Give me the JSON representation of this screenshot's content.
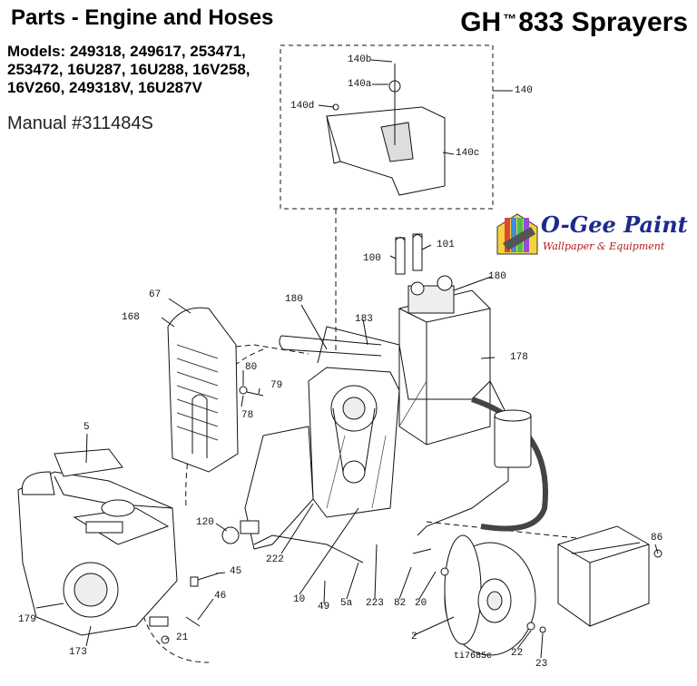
{
  "header": {
    "title": "Parts - Engine and Hoses",
    "product_prefix": "GH",
    "product_tm": "™",
    "product_suffix": "833 Sprayers",
    "models_line1": "Models: 249318, 249617, 253471,",
    "models_line2": "253472, 16U287, 16U288, 16V258,",
    "models_line3": "16V260, 249318V, 16U287V",
    "manual": "Manual #311484S"
  },
  "logo": {
    "name": "O-Gee Paint",
    "tagline": "Wallpaper & Equipment",
    "icon": "paint-roller-house-icon",
    "colors": {
      "name": "#1c2a8c",
      "tagline": "#b01818"
    }
  },
  "figure_code": "ti7685c",
  "callouts": {
    "c140b": "140b",
    "c140a": "140a",
    "c140": "140",
    "c140d": "140d",
    "c140c": "140c",
    "c100": "100",
    "c101": "101",
    "c180a": "180",
    "c180b": "180",
    "c67": "67",
    "c168": "168",
    "c183": "183",
    "c178": "178",
    "c80": "80",
    "c79": "79",
    "c78": "78",
    "c5": "5",
    "c120": "120",
    "c45": "45",
    "c46": "46",
    "c222": "222",
    "c10": "10",
    "c49": "49",
    "c5a": "5a",
    "c223": "223",
    "c82": "82",
    "c20": "20",
    "c86": "86",
    "c179": "179",
    "c173": "173",
    "c21": "21",
    "c2": "2",
    "c22": "22",
    "c23": "23"
  }
}
